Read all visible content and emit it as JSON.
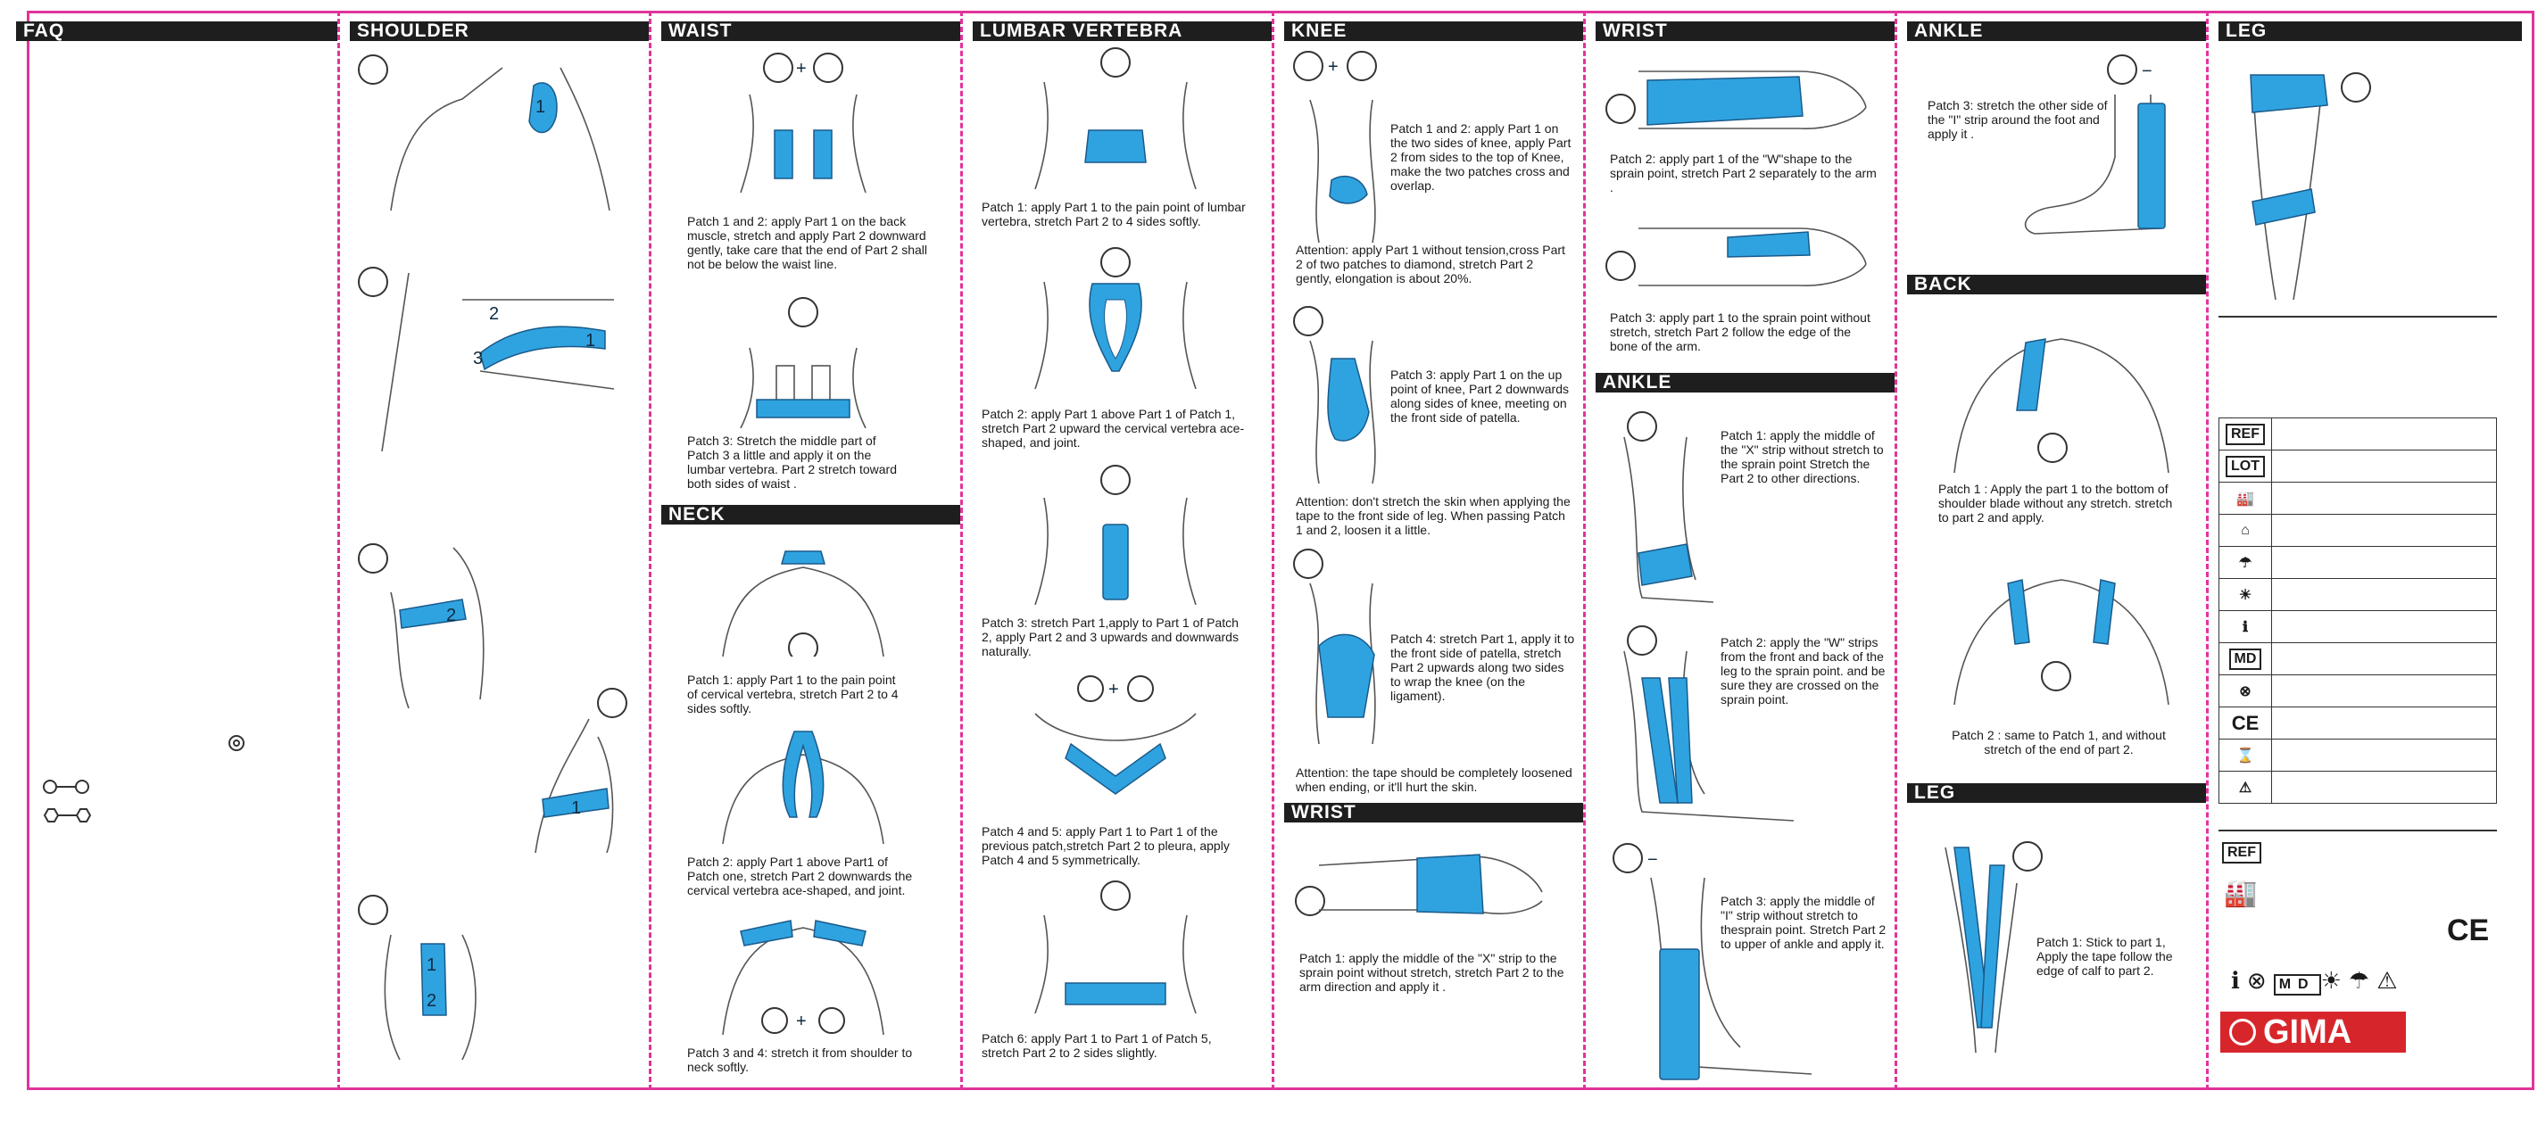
{
  "headers": {
    "faq": "FAQ",
    "shoulder": "SHOULDER",
    "waist": "WAIST",
    "neck": "NECK",
    "lumbar": "LUMBAR VERTEBRA",
    "knee": "KNEE",
    "wrist_knee_col": "WRIST",
    "wrist": "WRIST",
    "ankle_wrist_col": "ANKLE",
    "ankle": "ANKLE",
    "back": "BACK",
    "leg_ankle_col": "LEG",
    "leg": "LEG"
  },
  "waist": {
    "p1": "Patch 1 and 2:  apply Part 1 on the back muscle, stretch and apply Part 2 downward gently, take care that the end of Part 2 shall not be below the waist line.",
    "p3": "Patch 3: Stretch the middle part of Patch 3 a little and apply it on the lumbar vertebra. Part 2 stretch toward both sides of waist ."
  },
  "neck": {
    "p1": "Patch 1: apply Part 1 to the pain point of cervical vertebra, stretch Part 2 to 4 sides softly.",
    "p2": "Patch 2: apply Part 1 above Part1 of Patch one, stretch Part 2 downwards the cervical vertebra ace-shaped, and joint.",
    "p3": "Patch 3 and 4: stretch it from shoulder to neck softly."
  },
  "lumbar": {
    "p1": "Patch 1: apply Part 1 to the pain point of lumbar vertebra, stretch Part 2 to 4 sides softly.",
    "p2": "Patch 2: apply Part 1 above Part 1 of Patch 1, stretch Part 2 upward the cervical vertebra ace-shaped, and joint.",
    "p3": "Patch 3: stretch Part 1,apply to Part 1 of Patch 2, apply Part 2 and 3 upwards and downwards naturally.",
    "p4": "Patch 4 and 5: apply Part 1 to Part 1 of the previous patch,stretch Part 2 to pleura, apply Patch 4 and 5 symmetrically.",
    "p6": "Patch 6: apply Part 1 to Part 1 of Patch 5, stretch Part 2 to 2 sides slightly."
  },
  "knee": {
    "p1": "Patch 1 and 2:  apply Part 1 on the two sides of knee, apply Part 2 from sides to the top of Knee, make the two patches cross and overlap.",
    "a1": "Attention:  apply Part 1 without tension,cross Part 2 of two patches to diamond, stretch Part 2 gently,  elongation is about 20%.",
    "p3": "Patch 3: apply Part 1 on the up point of knee, Part 2 downwards along sides of knee, meeting on the front side of patella.",
    "a2": "Attention: don't stretch the skin when applying the tape to the front side of leg. When passing Patch 1 and 2, loosen it a little.",
    "p4": "Patch 4: stretch Part 1, apply it to the front side of patella, stretch Part 2 upwards along two sides to wrap the knee (on the ligament).",
    "a3": "Attention: the tape should be completely loosened when ending, or it'll hurt the skin."
  },
  "wrist_knee": {
    "p1": "Patch 1: apply the middle of the \"X\" strip to the sprain point without stretch, stretch Part 2 to the arm direction and apply it ."
  },
  "wrist": {
    "p2": "Patch 2: apply part 1 of the \"W\"shape to the sprain point, stretch Part 2 separately to the arm .",
    "p3": "Patch 3: apply part 1 to the sprain point without stretch, stretch Part 2 follow the edge of the bone of  the arm."
  },
  "ankle_wrist": {
    "p1": "Patch 1:  apply the middle of the \"X\" strip without stretch to the sprain point Stretch the Part 2 to other directions.",
    "p2": "Patch 2: apply the \"W\" strips from the front and back of the leg  to the sprain point. and be sure they are crossed on the sprain point.",
    "p3": "Patch 3: apply the middle of \"I\" strip without stretch to thesprain point. Stretch Part 2 to upper of ankle and apply it."
  },
  "ankle": {
    "p3": "Patch 3: stretch the other side of the \"I\" strip around the foot and apply it ."
  },
  "back": {
    "p1": "Patch 1 : Apply the part 1 to the bottom of shoulder blade without any stretch. stretch to part 2 and apply.",
    "p2": "Patch 2 : same to Patch 1, and without stretch of the end of part 2."
  },
  "leg_ankle": {
    "p1": "Patch 1: Stick to part 1, Apply the tape follow the edge of calf to part 2."
  },
  "symbols": {
    "ref": "REF",
    "lot": "LOT",
    "md": "MD",
    "ce": "CE",
    "brand": "GIMA"
  },
  "icons": {
    "manufacturer": "manufacturer-icon",
    "date": "manufacture-date-icon",
    "keep_dry": "umbrella-icon",
    "sunlight": "sunlight-icon",
    "ifu": "instructions-icon",
    "no_reuse": "do-not-reuse-icon",
    "expiry": "hourglass-icon",
    "caution": "caution-icon"
  },
  "colors": {
    "tape": "#2fa3e0",
    "frame": "#e0349a",
    "bar": "#1e1e1e",
    "brand": "#d7262b"
  }
}
